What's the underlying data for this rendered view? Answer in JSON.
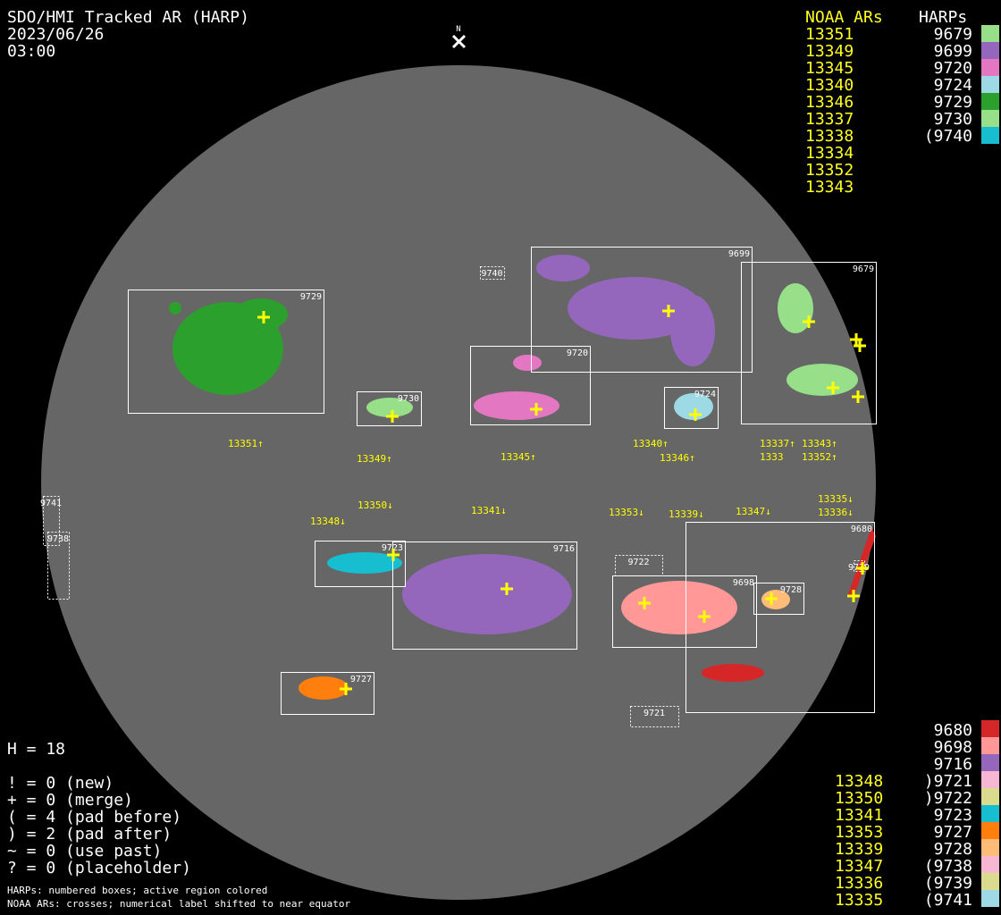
{
  "header": {
    "title": "SDO/HMI Tracked AR (HARP)",
    "date": "2023/06/26",
    "time": "03:00",
    "north": "N"
  },
  "legend_top": {
    "noaa_heading": "NOAA ARs",
    "harp_heading": "HARPs",
    "noaa": [
      "13351",
      "13349",
      "13345",
      "13340",
      "13346",
      "13337",
      "13338",
      "13334",
      "13352",
      "13343"
    ],
    "harps": [
      {
        "label": "9679",
        "color": "#98df8a"
      },
      {
        "label": "9699",
        "color": "#9467bd"
      },
      {
        "label": "9720",
        "color": "#e377c2"
      },
      {
        "label": "9724",
        "color": "#9edae5"
      },
      {
        "label": "9729",
        "color": "#2ca02c"
      },
      {
        "label": "9730",
        "color": "#98df8a"
      },
      {
        "label": "(9740",
        "color": "#17becf"
      }
    ]
  },
  "legend_bottom": {
    "noaa": [
      "13348",
      "13350",
      "13341",
      "13353",
      "13339",
      "13347",
      "13336",
      "13335"
    ],
    "harps": [
      {
        "label": "9680",
        "color": "#d62728"
      },
      {
        "label": "9698",
        "color": "#ff9896"
      },
      {
        "label": "9716",
        "color": "#9467bd"
      },
      {
        "label": ")9721",
        "color": "#f7b6d2"
      },
      {
        "label": ")9722",
        "color": "#dbdb8d"
      },
      {
        "label": "9723",
        "color": "#17becf"
      },
      {
        "label": "9727",
        "color": "#ff7f0e"
      },
      {
        "label": "9728",
        "color": "#ffbb78"
      },
      {
        "label": "(9738",
        "color": "#f7b6d2"
      },
      {
        "label": "(9739",
        "color": "#dbdb8d"
      },
      {
        "label": "(9741",
        "color": "#9edae5"
      }
    ]
  },
  "stats": {
    "h": "H = 18",
    "lines": [
      "! = 0 (new)",
      "+ = 0 (merge)",
      "( = 4 (pad before)",
      ") = 2 (pad after)",
      "~ = 0 (use past)",
      "? = 0 (placeholder)"
    ]
  },
  "footer": [
    "HARPs: numbered boxes; active region colored",
    "NOAA ARs: crosses; numerical label shifted to near equator"
  ],
  "boxes": [
    "9729",
    "9730",
    "9720",
    "9699",
    "9724",
    "9679",
    "9740",
    "9723",
    "9716",
    "9722",
    "9698",
    "9728",
    "9680",
    "9727",
    "9721",
    "9741",
    "9738",
    "9739"
  ],
  "noaa_labels": [
    "13351↑",
    "13349↑",
    "13345↑",
    "13340↑",
    "13346↑",
    "13337↑",
    "1333",
    "13343↑",
    "13352↑",
    "13350↓",
    "13348↓",
    "13341↓",
    "13353↓",
    "13339↓",
    "13347↓",
    "13336↓",
    "13335↓"
  ]
}
